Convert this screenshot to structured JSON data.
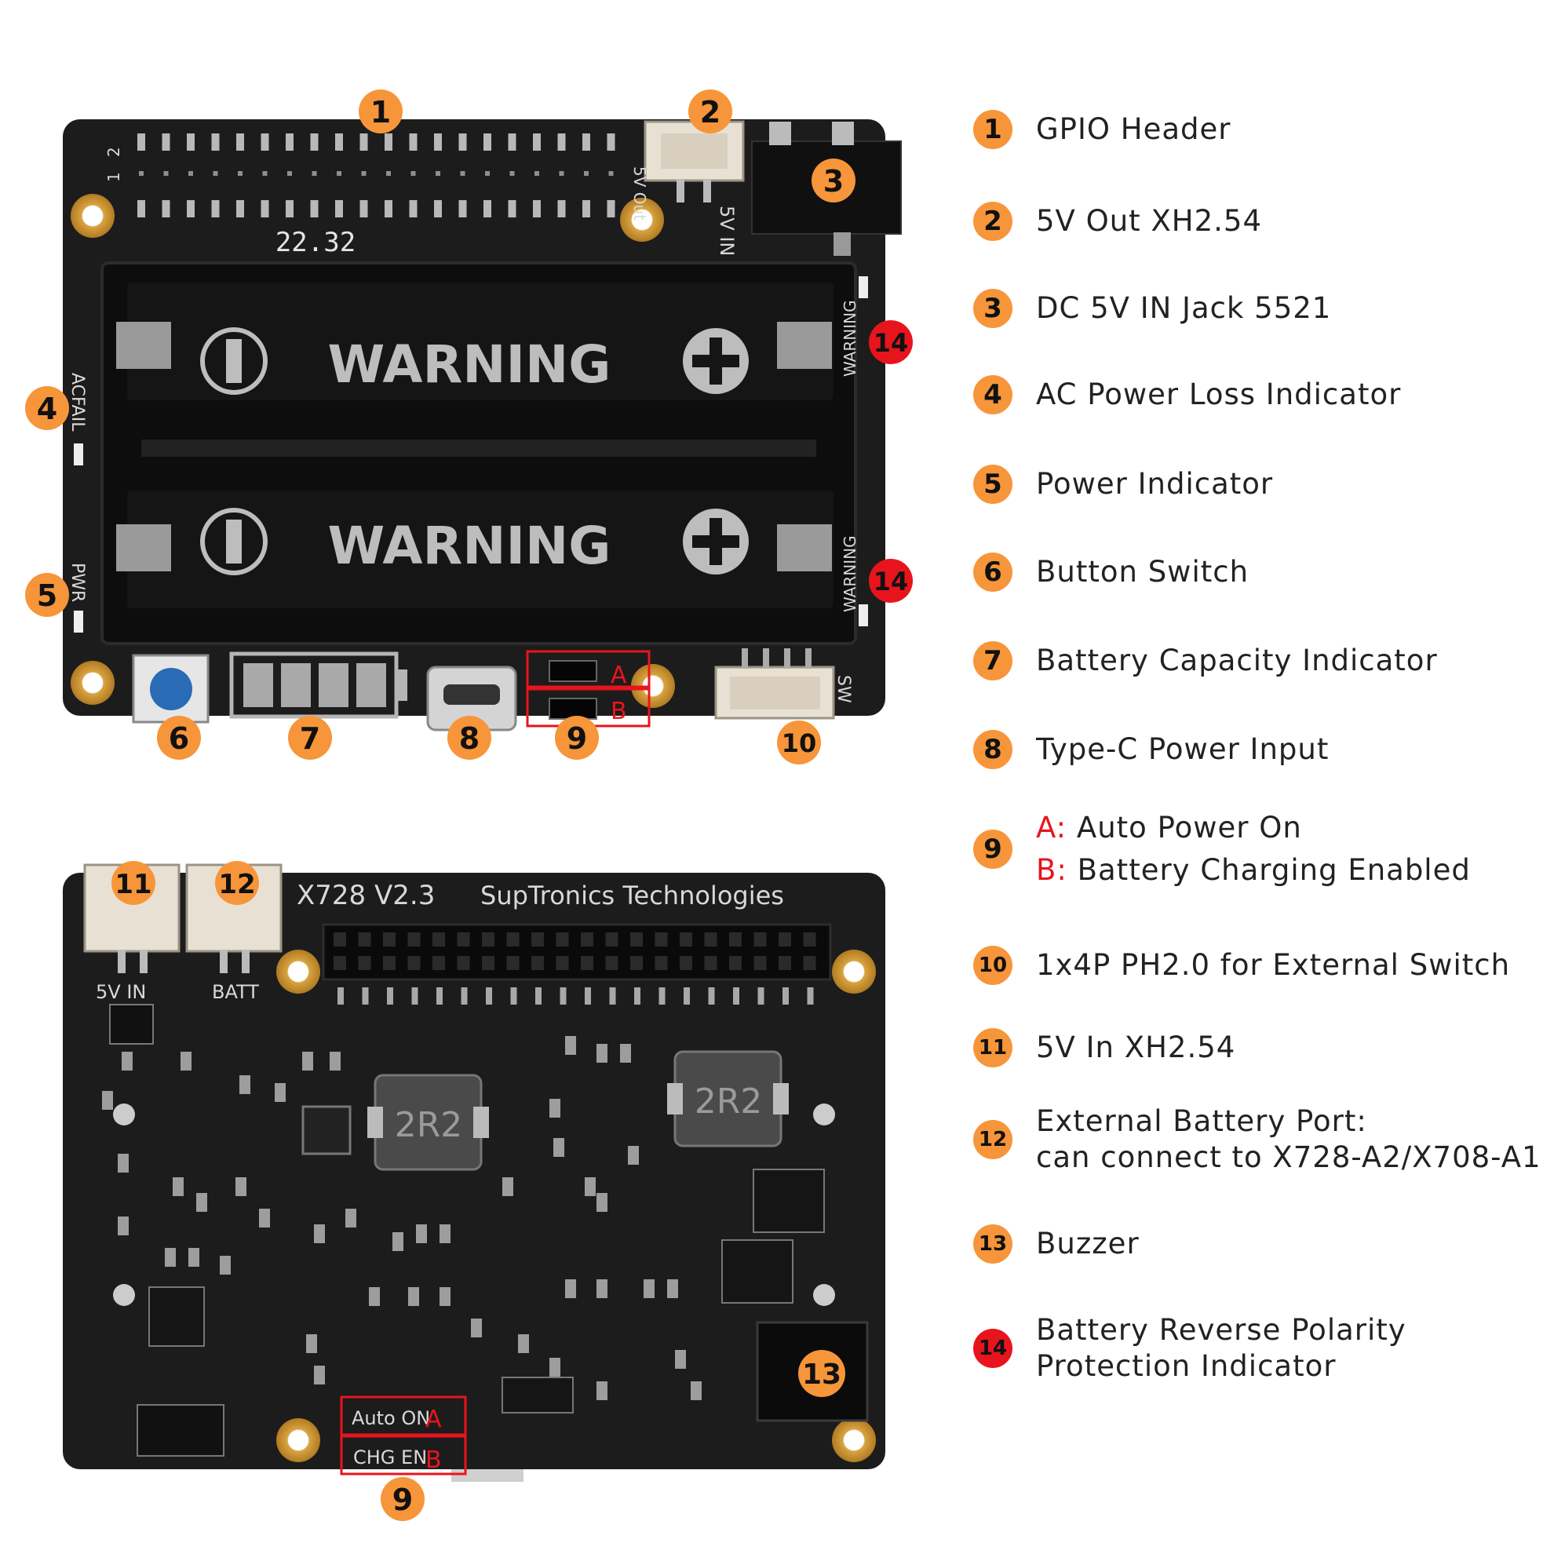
{
  "board_top": {
    "warning_1": "WARNING",
    "warning_2": "WARNING",
    "code": "22.32",
    "silk_5v_out": "5V Out",
    "silk_5v_in": "5V IN",
    "silk_acfail": "ACFAIL",
    "silk_pwr": "PWR",
    "silk_sw": "SW",
    "silk_pin1": "1",
    "silk_pin2": "2",
    "silk_warning_side_1": "WARNING",
    "silk_warning_side_2": "WARNING",
    "jumper_a": "A",
    "jumper_b": "B"
  },
  "board_bottom": {
    "model": "X728  V2.3",
    "maker": "SupTronics  Technologies",
    "silk_5vin": "5V IN",
    "silk_batt": "BATT",
    "inductor_1": "2R2",
    "inductor_2": "2R2",
    "silk_auto_on": "Auto ON",
    "silk_chg_en": "CHG EN",
    "jumper_a": "A",
    "jumper_b": "B"
  },
  "callouts": {
    "c1": "1",
    "c2": "2",
    "c3": "3",
    "c4": "4",
    "c5": "5",
    "c6": "6",
    "c7": "7",
    "c8": "8",
    "c9_top": "9",
    "c10": "10",
    "c11": "11",
    "c12": "12",
    "c13": "13",
    "c14_a": "14",
    "c14_b": "14",
    "c9_bottom": "9"
  },
  "legend": [
    {
      "num": "1",
      "text": "GPIO Header"
    },
    {
      "num": "2",
      "text": "5V Out XH2.54"
    },
    {
      "num": "3",
      "text": "DC 5V IN Jack 5521"
    },
    {
      "num": "4",
      "text": "AC Power Loss Indicator"
    },
    {
      "num": "5",
      "text": "Power Indicator"
    },
    {
      "num": "6",
      "text": "Button Switch"
    },
    {
      "num": "7",
      "text": "Battery Capacity Indicator"
    },
    {
      "num": "8",
      "text": "Type-C Power Input"
    },
    {
      "num": "9",
      "a_label": "A:",
      "a_text": "Auto Power On",
      "b_label": "B:",
      "b_text": "Battery Charging Enabled"
    },
    {
      "num": "10",
      "text": "1x4P PH2.0 for External Switch"
    },
    {
      "num": "11",
      "text": "5V In XH2.54"
    },
    {
      "num": "12",
      "line1": "External Battery Port:",
      "line2": "can connect to X728-A2/X708-A1"
    },
    {
      "num": "13",
      "text": "Buzzer"
    },
    {
      "num": "14",
      "line1": "Battery Reverse Polarity",
      "line2": "Protection Indicator"
    }
  ],
  "colors": {
    "badge_orange": "#f7953a",
    "badge_red": "#e8141d",
    "board": "#1b1b1b",
    "highlight_box": "#e8141d"
  }
}
